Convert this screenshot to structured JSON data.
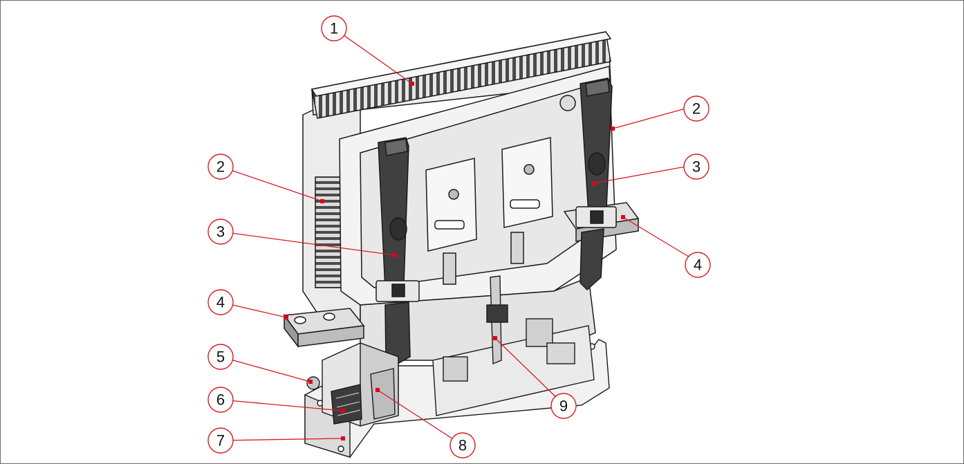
{
  "colors": {
    "callout_line": "#d81920",
    "callout_ring": "#d81920",
    "marker": "#e3001b",
    "device_dark": "#3a3a3a",
    "device_light": "#e9e9e9",
    "outline": "#1a1a1a"
  },
  "callouts": [
    {
      "id": "c1a",
      "label": "1"
    },
    {
      "id": "c2a",
      "label": "2"
    },
    {
      "id": "c2b",
      "label": "2"
    },
    {
      "id": "c3a",
      "label": "3"
    },
    {
      "id": "c3b",
      "label": "3"
    },
    {
      "id": "c4a",
      "label": "4"
    },
    {
      "id": "c4b",
      "label": "4"
    },
    {
      "id": "c5",
      "label": "5"
    },
    {
      "id": "c6",
      "label": "6"
    },
    {
      "id": "c7",
      "label": "7"
    },
    {
      "id": "c8",
      "label": "8"
    },
    {
      "id": "c9",
      "label": "9"
    }
  ]
}
